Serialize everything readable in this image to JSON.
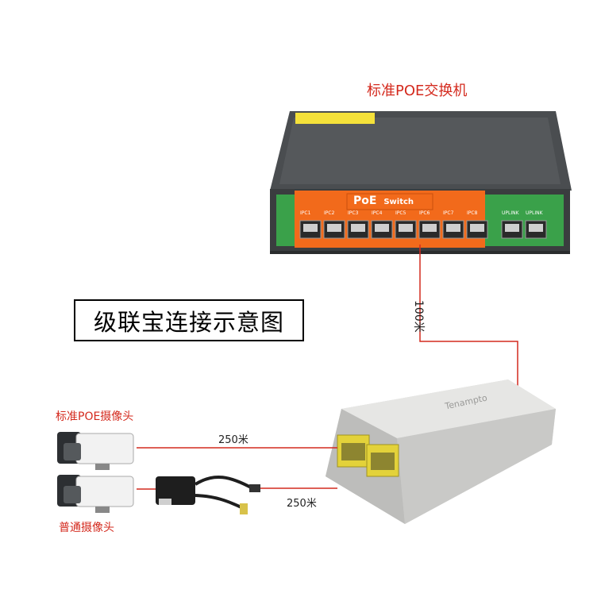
{
  "switch_caption": "标准POE交换机",
  "switch_brand": "PoE",
  "switch_brand_sub": "Switch",
  "switch_ports": [
    "IPC1",
    "IPC2",
    "IPC3",
    "IPC4",
    "IPC5",
    "IPC6",
    "IPC7",
    "IPC8"
  ],
  "uplink_ports": [
    "UPLINK",
    "UPLINK"
  ],
  "diagram_title": "级联宝连接示意图",
  "cable_main": "100米",
  "cable_cam1": "250米",
  "cable_cam2": "250米",
  "camera1_label": "标准POE摄像头",
  "camera2_label": "普通摄像头",
  "extender_brand": "Tenampto",
  "colors": {
    "accent_red": "#d42a1e",
    "switch_green": "#3aa14a",
    "switch_orange": "#f26a1b",
    "switch_body": "#3a3d3f",
    "port_yellow": "#e3d23a"
  }
}
